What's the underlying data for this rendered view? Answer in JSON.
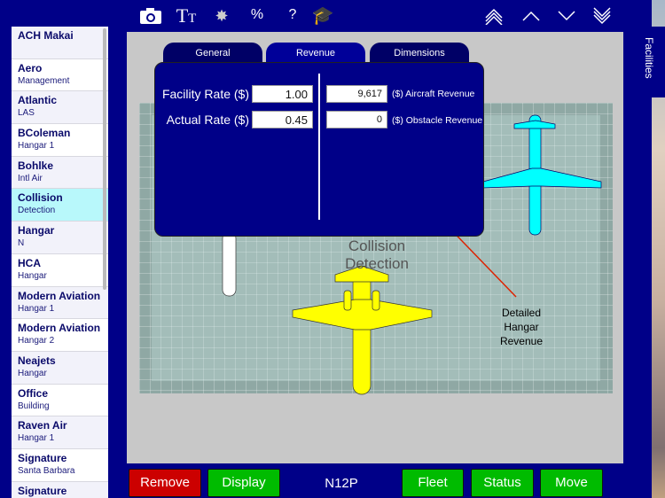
{
  "toolbar": {
    "icons": [
      "camera-icon",
      "text-size-icon",
      "sparkle-icon",
      "percent-icon",
      "help-icon",
      "graduation-cap-icon"
    ],
    "percent": "%",
    "help": "?",
    "nav_icons": [
      "top-icon",
      "up-icon",
      "down-icon",
      "bottom-icon"
    ]
  },
  "sidebar": {
    "items": [
      {
        "title": "ACH Makai",
        "subtitle": ""
      },
      {
        "title": "Aero",
        "subtitle": "Management"
      },
      {
        "title": "Atlantic",
        "subtitle": "LAS"
      },
      {
        "title": "BColeman",
        "subtitle": "Hangar 1"
      },
      {
        "title": "Bohlke",
        "subtitle": "Intl Air"
      },
      {
        "title": "Collision",
        "subtitle": "Detection",
        "selected": true
      },
      {
        "title": "Hangar",
        "subtitle": "N"
      },
      {
        "title": "HCA",
        "subtitle": "Hangar"
      },
      {
        "title": "Modern Aviation",
        "subtitle": "Hangar 1"
      },
      {
        "title": "Modern Aviation",
        "subtitle": "Hangar 2"
      },
      {
        "title": "Neajets",
        "subtitle": "Hangar"
      },
      {
        "title": "Office",
        "subtitle": "Building"
      },
      {
        "title": "Raven Air",
        "subtitle": "Hangar 1"
      },
      {
        "title": "Signature",
        "subtitle": "Santa Barbara"
      },
      {
        "title": "Signature",
        "subtitle": ""
      }
    ]
  },
  "side_tab": "Facilities",
  "panel": {
    "tabs": [
      "General",
      "Revenue",
      "Dimensions"
    ],
    "active_tab": "Revenue",
    "facility_rate_label": "Facility Rate ($)",
    "facility_rate": "1.00",
    "actual_rate_label": "Actual Rate ($)",
    "actual_rate": "0.45",
    "aircraft_revenue": "9,617",
    "aircraft_revenue_label": "($) Aircraft Revenue",
    "obstacle_revenue": "0",
    "obstacle_revenue_label": "($) Obstacle Revenue"
  },
  "hangar": {
    "name_line1": "Collision",
    "name_line2": "Detection",
    "aircraft_colors": [
      "#00ffff",
      "#ffff00",
      "#ffffff"
    ]
  },
  "annotation": {
    "line1": "Detailed",
    "line2": "Hangar",
    "line3": "Revenue",
    "color": "#dd2200"
  },
  "bottom": {
    "remove": "Remove",
    "display": "Display",
    "tail": "N12P",
    "fleet": "Fleet",
    "status": "Status",
    "move": "Move"
  }
}
